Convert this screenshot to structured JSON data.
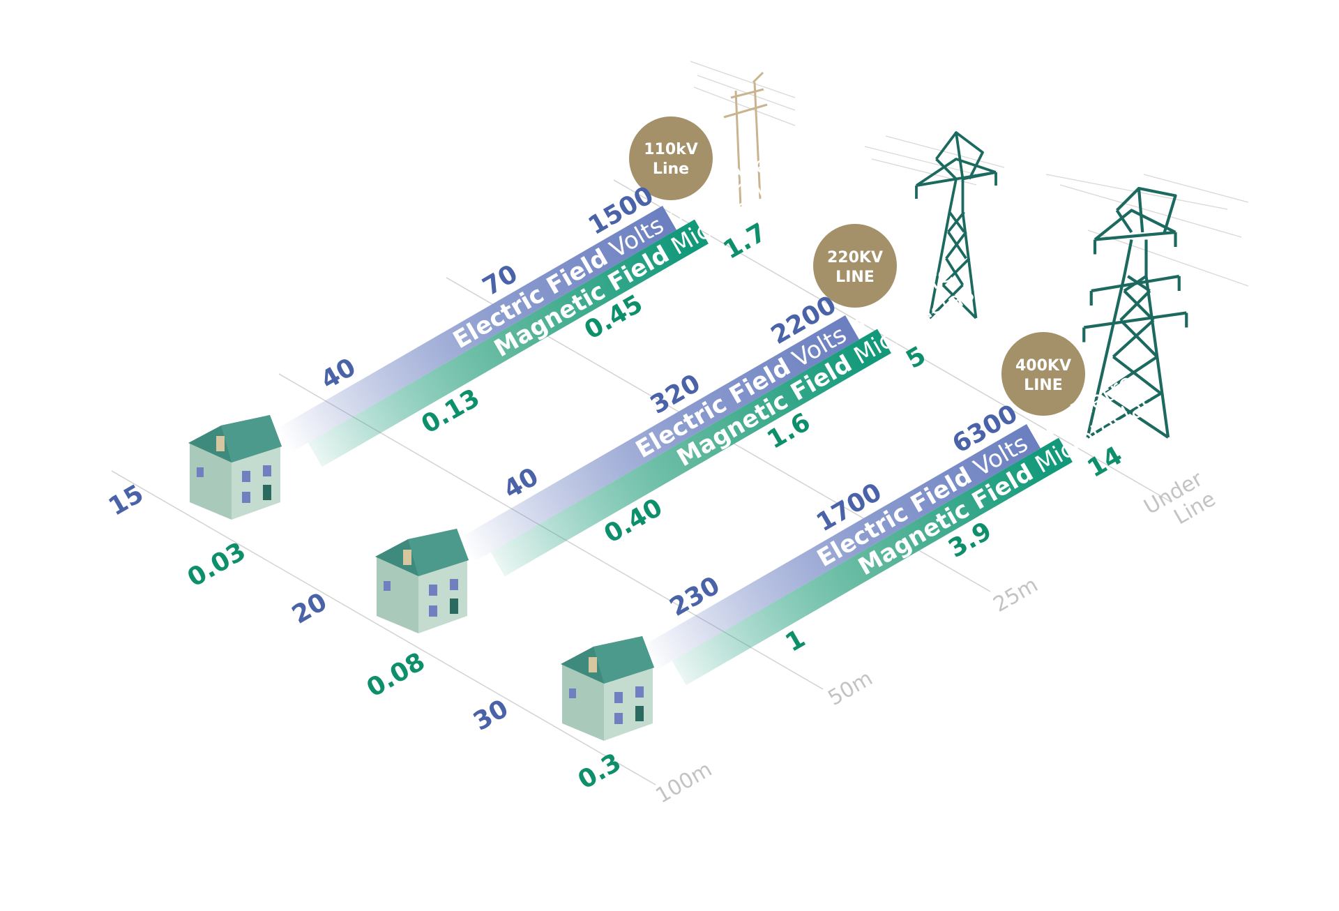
{
  "lines": [
    {
      "id": "110kv",
      "label_line1": "110kV",
      "label_line2": "Line",
      "electric": {
        "label_bold": "Electric Field",
        "label_regular": "Volts per Metre",
        "values": [
          "1500",
          "70",
          "40",
          "15"
        ]
      },
      "magnetic": {
        "label_bold": "Magnetic Field",
        "label_regular": "Microteslas",
        "values": [
          "1.7",
          "0.45",
          "0.13",
          "0.03"
        ]
      }
    },
    {
      "id": "220kv",
      "label_line1": "220KV",
      "label_line2": "LINE",
      "electric": {
        "label_bold": "Electric Field",
        "label_regular": "Volts per Metre",
        "values": [
          "2200",
          "320",
          "40",
          "20"
        ]
      },
      "magnetic": {
        "label_bold": "Magnetic Field",
        "label_regular": "Microteslas",
        "values": [
          "5",
          "1.6",
          "0.40",
          "0.08"
        ]
      }
    },
    {
      "id": "400kv",
      "label_line1": "400KV",
      "label_line2": "LINE",
      "electric": {
        "label_bold": "Electric Field",
        "label_regular": "Volts per Metre",
        "values": [
          "6300",
          "1700",
          "230",
          "30"
        ]
      },
      "magnetic": {
        "label_bold": "Magnetic Field",
        "label_regular": "Microteslas",
        "values": [
          "14",
          "3.9",
          "1",
          "0.3"
        ]
      }
    }
  ],
  "distances": {
    "under_line_1": "Under",
    "under_line_2": "Line",
    "d25": "25m",
    "d50": "50m",
    "d100": "100m"
  },
  "colors": {
    "electric_band": "#6b7fc0",
    "magnetic_band": "#12997a",
    "electric_text": "#4a63a8",
    "magnetic_text": "#0e8f6c",
    "badge": "#a4916a",
    "tower": "#1c6a5f",
    "pole": "#c9b48f",
    "distance_text": "#c3c3c3",
    "house_wall": "#a9c9bb",
    "house_roof": "#3e8a7c"
  },
  "icons": {
    "pole": "wooden-pole-icon",
    "tower": "pylon-icon",
    "house": "house-icon"
  }
}
